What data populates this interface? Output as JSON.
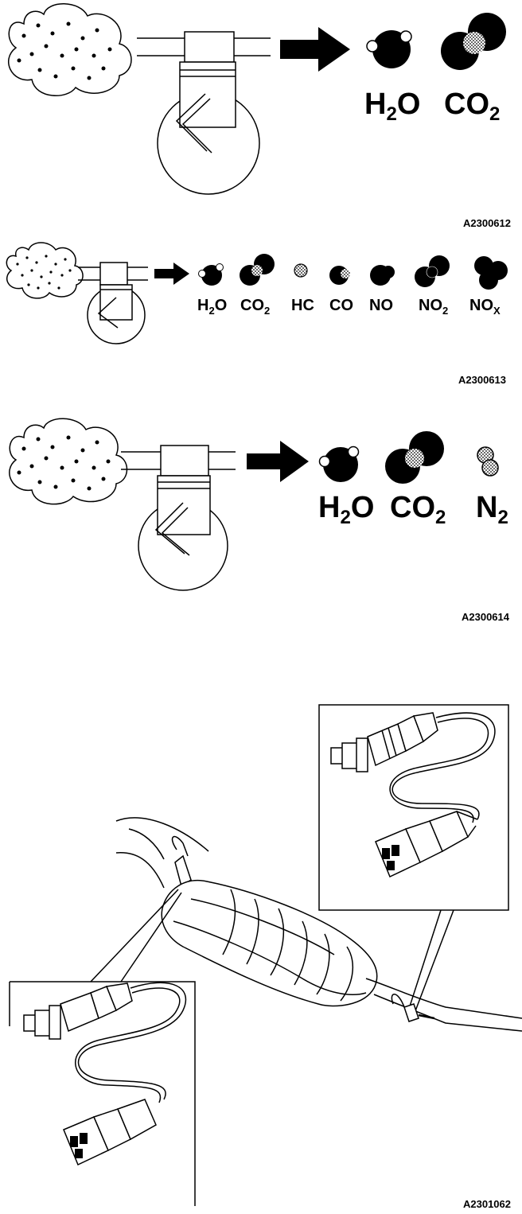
{
  "panel1": {
    "figure_id": "A2300612",
    "molecules": [
      {
        "main": "H",
        "sub": "2",
        "tail": "O"
      },
      {
        "main": "CO",
        "sub": "2",
        "tail": ""
      }
    ]
  },
  "panel2": {
    "figure_id": "A2300613",
    "molecules": [
      {
        "main": "H",
        "sub": "2",
        "tail": "O"
      },
      {
        "main": "CO",
        "sub": "2",
        "tail": ""
      },
      {
        "main": "HC",
        "sub": "",
        "tail": ""
      },
      {
        "main": "CO",
        "sub": "",
        "tail": ""
      },
      {
        "main": "NO",
        "sub": "",
        "tail": ""
      },
      {
        "main": "NO",
        "sub": "2",
        "tail": ""
      },
      {
        "main": "NO",
        "sub": "X",
        "tail": ""
      }
    ]
  },
  "panel3": {
    "figure_id": "A2300614",
    "molecules": [
      {
        "main": "H",
        "sub": "2",
        "tail": "O"
      },
      {
        "main": "CO",
        "sub": "2",
        "tail": ""
      },
      {
        "main": "N",
        "sub": "2",
        "tail": ""
      }
    ]
  },
  "panel4": {
    "figure_id": "A2301062"
  },
  "colors": {
    "ink": "#000000",
    "paper": "#ffffff",
    "stipple": "#7a7a7a"
  }
}
